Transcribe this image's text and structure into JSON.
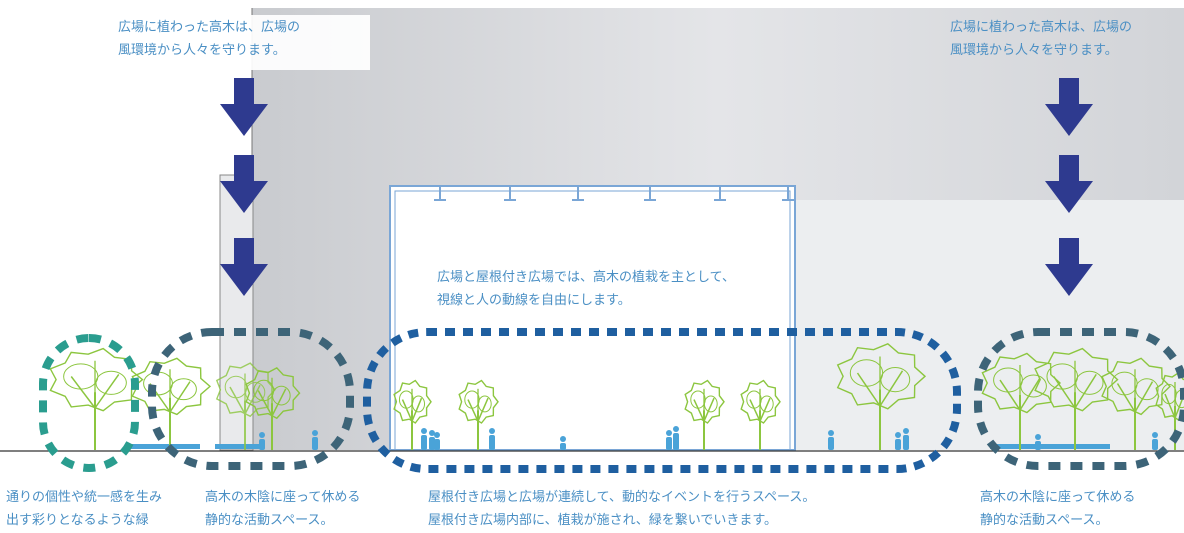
{
  "labels": {
    "wind_top_left": {
      "line1": "広場に植わった高木は、広場の",
      "line2": "風環境から人々を守ります。"
    },
    "wind_top_right": {
      "line1": "広場に植わった高木は、広場の",
      "line2": "風環境から人々を守ります。"
    },
    "plaza_center": {
      "line1": "広場と屋根付き広場では、高木の植栽を主として、",
      "line2": "視線と人の動線を自由にします。"
    },
    "bottom_street": {
      "line1": "通りの個性や統一感を生み",
      "line2": "出す彩りとなるような緑"
    },
    "bottom_shade_left": {
      "line1": "高木の木陰に座って休める",
      "line2": "静的な活動スペース。"
    },
    "bottom_covered": {
      "line1": "屋根付き広場と広場が連続して、動的なイベントを行うスペース。",
      "line2": "屋根付き広場内部に、植栽が施され、緑を繋いでいきます。"
    },
    "bottom_shade_right": {
      "line1": "高木の木陰に座って休める",
      "line2": "静的な活動スペース。"
    }
  },
  "colors": {
    "arrow": "#2e3a8f",
    "tree": "#8cc63f",
    "people": "#4aa3d8",
    "ring_teal": "#2a9d8f",
    "ring_slate": "#3d6478",
    "ring_blue": "#1f5fa0",
    "roof": "#7aa6d6",
    "backdrop": "#dcdde0",
    "ground": "#333333"
  },
  "icons": [
    "down-arrow-icon",
    "tree-icon",
    "person-icon",
    "bench-icon"
  ]
}
